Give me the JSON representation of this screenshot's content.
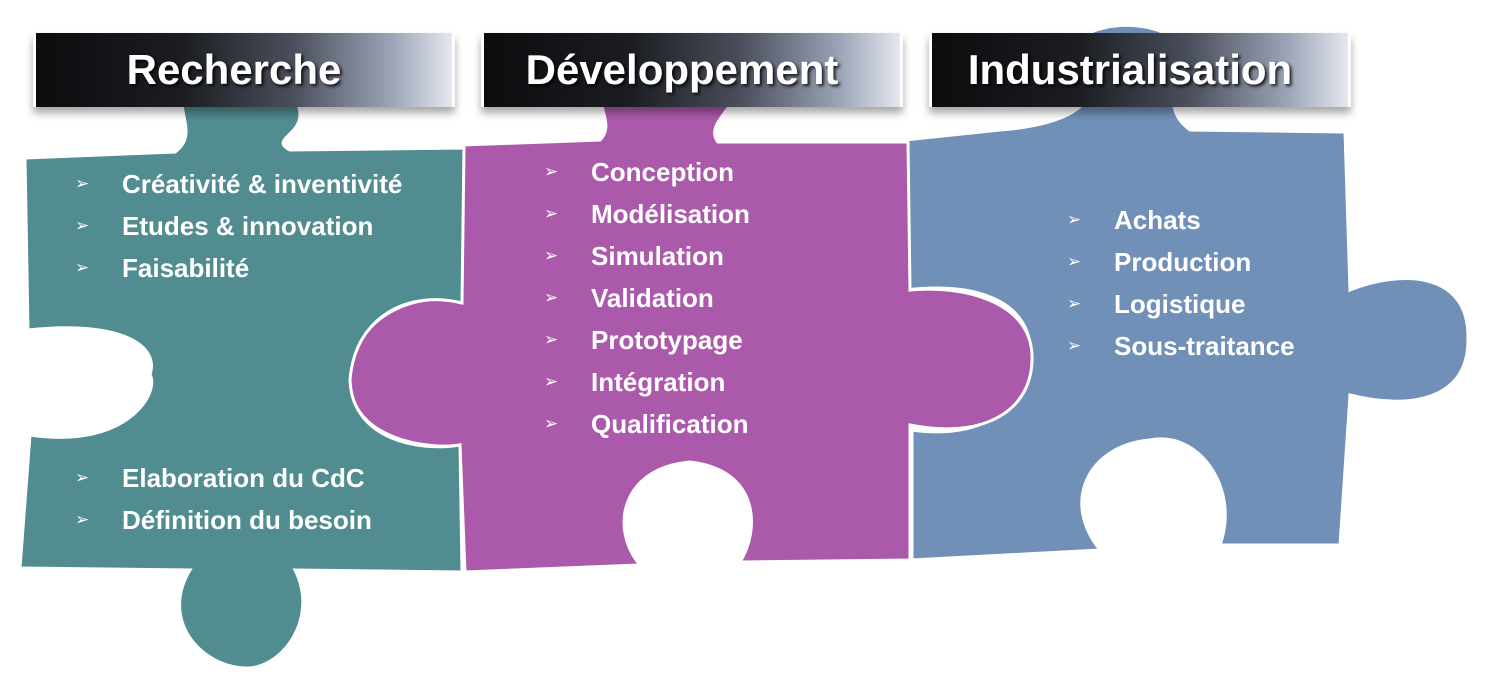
{
  "phases": [
    {
      "title": "Recherche",
      "color": "#508c90",
      "items_top": [
        "Créativité & inventivité",
        "Etudes & innovation",
        "Faisabilité"
      ],
      "items_bottom": [
        "Elaboration du CdC",
        "Définition du besoin"
      ]
    },
    {
      "title": "Développement",
      "color": "#ab5aab",
      "items": [
        "Conception",
        "Modélisation",
        "Simulation",
        "Validation",
        "Prototypage",
        "Intégration",
        "Qualification"
      ]
    },
    {
      "title": "Industrialisation",
      "color": "#7090b8",
      "items": [
        "Achats",
        "Production",
        "Logistique",
        "Sous-traitance"
      ]
    }
  ],
  "bullet_glyph": "➢"
}
